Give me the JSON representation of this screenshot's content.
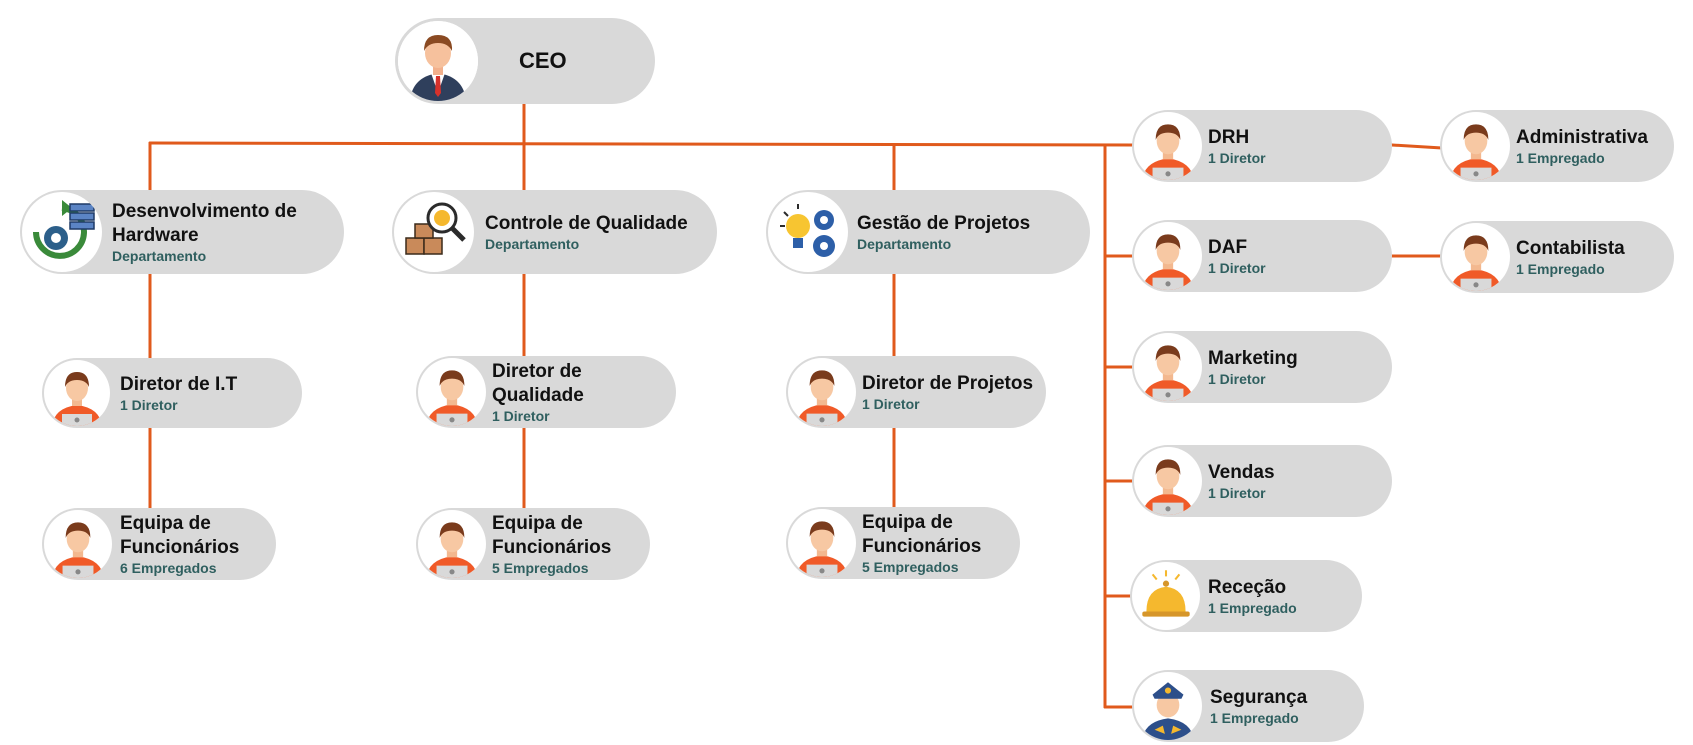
{
  "colors": {
    "connector": "#e05a1c",
    "node_bg": "#d9d9d9",
    "title": "#111111",
    "subtitle": "#2f5f5f"
  },
  "ceo": {
    "title": "CEO",
    "icon": "businessman-icon"
  },
  "departments": [
    {
      "title": "Desenvolvimento de Hardware",
      "subtitle": "Departamento",
      "icon": "hardware-cycle-icon"
    },
    {
      "title": "Controle de Qualidade",
      "subtitle": "Departamento",
      "icon": "quality-magnifier-icon"
    },
    {
      "title": "Gestão de Projetos",
      "subtitle": "Departamento",
      "icon": "idea-gears-icon"
    }
  ],
  "directors": [
    {
      "title": "Diretor de I.T",
      "subtitle": "1 Diretor"
    },
    {
      "title": "Diretor de Qualidade",
      "subtitle": "1 Diretor"
    },
    {
      "title": "Diretor de Projetos",
      "subtitle": "1 Diretor"
    }
  ],
  "teams": [
    {
      "title": "Equipa de Funcionários",
      "subtitle": "6 Empregados"
    },
    {
      "title": "Equipa de Funcionários",
      "subtitle": "5 Empregados"
    },
    {
      "title": "Equipa de Funcionários",
      "subtitle": "5 Empregados"
    }
  ],
  "side_units": [
    {
      "title": "DRH",
      "subtitle": "1 Diretor",
      "icon": "employee-icon"
    },
    {
      "title": "DAF",
      "subtitle": "1 Diretor",
      "icon": "employee-icon"
    },
    {
      "title": "Marketing",
      "subtitle": "1 Diretor",
      "icon": "employee-icon"
    },
    {
      "title": "Vendas",
      "subtitle": "1 Diretor",
      "icon": "employee-icon"
    },
    {
      "title": "Receção",
      "subtitle": "1 Empregado",
      "icon": "reception-bell-icon"
    },
    {
      "title": "Segurança",
      "subtitle": "1 Empregado",
      "icon": "security-guard-icon"
    }
  ],
  "sub_units": [
    {
      "title": "Administrativa",
      "subtitle": "1 Empregado"
    },
    {
      "title": "Contabilista",
      "subtitle": "1 Empregado"
    }
  ]
}
